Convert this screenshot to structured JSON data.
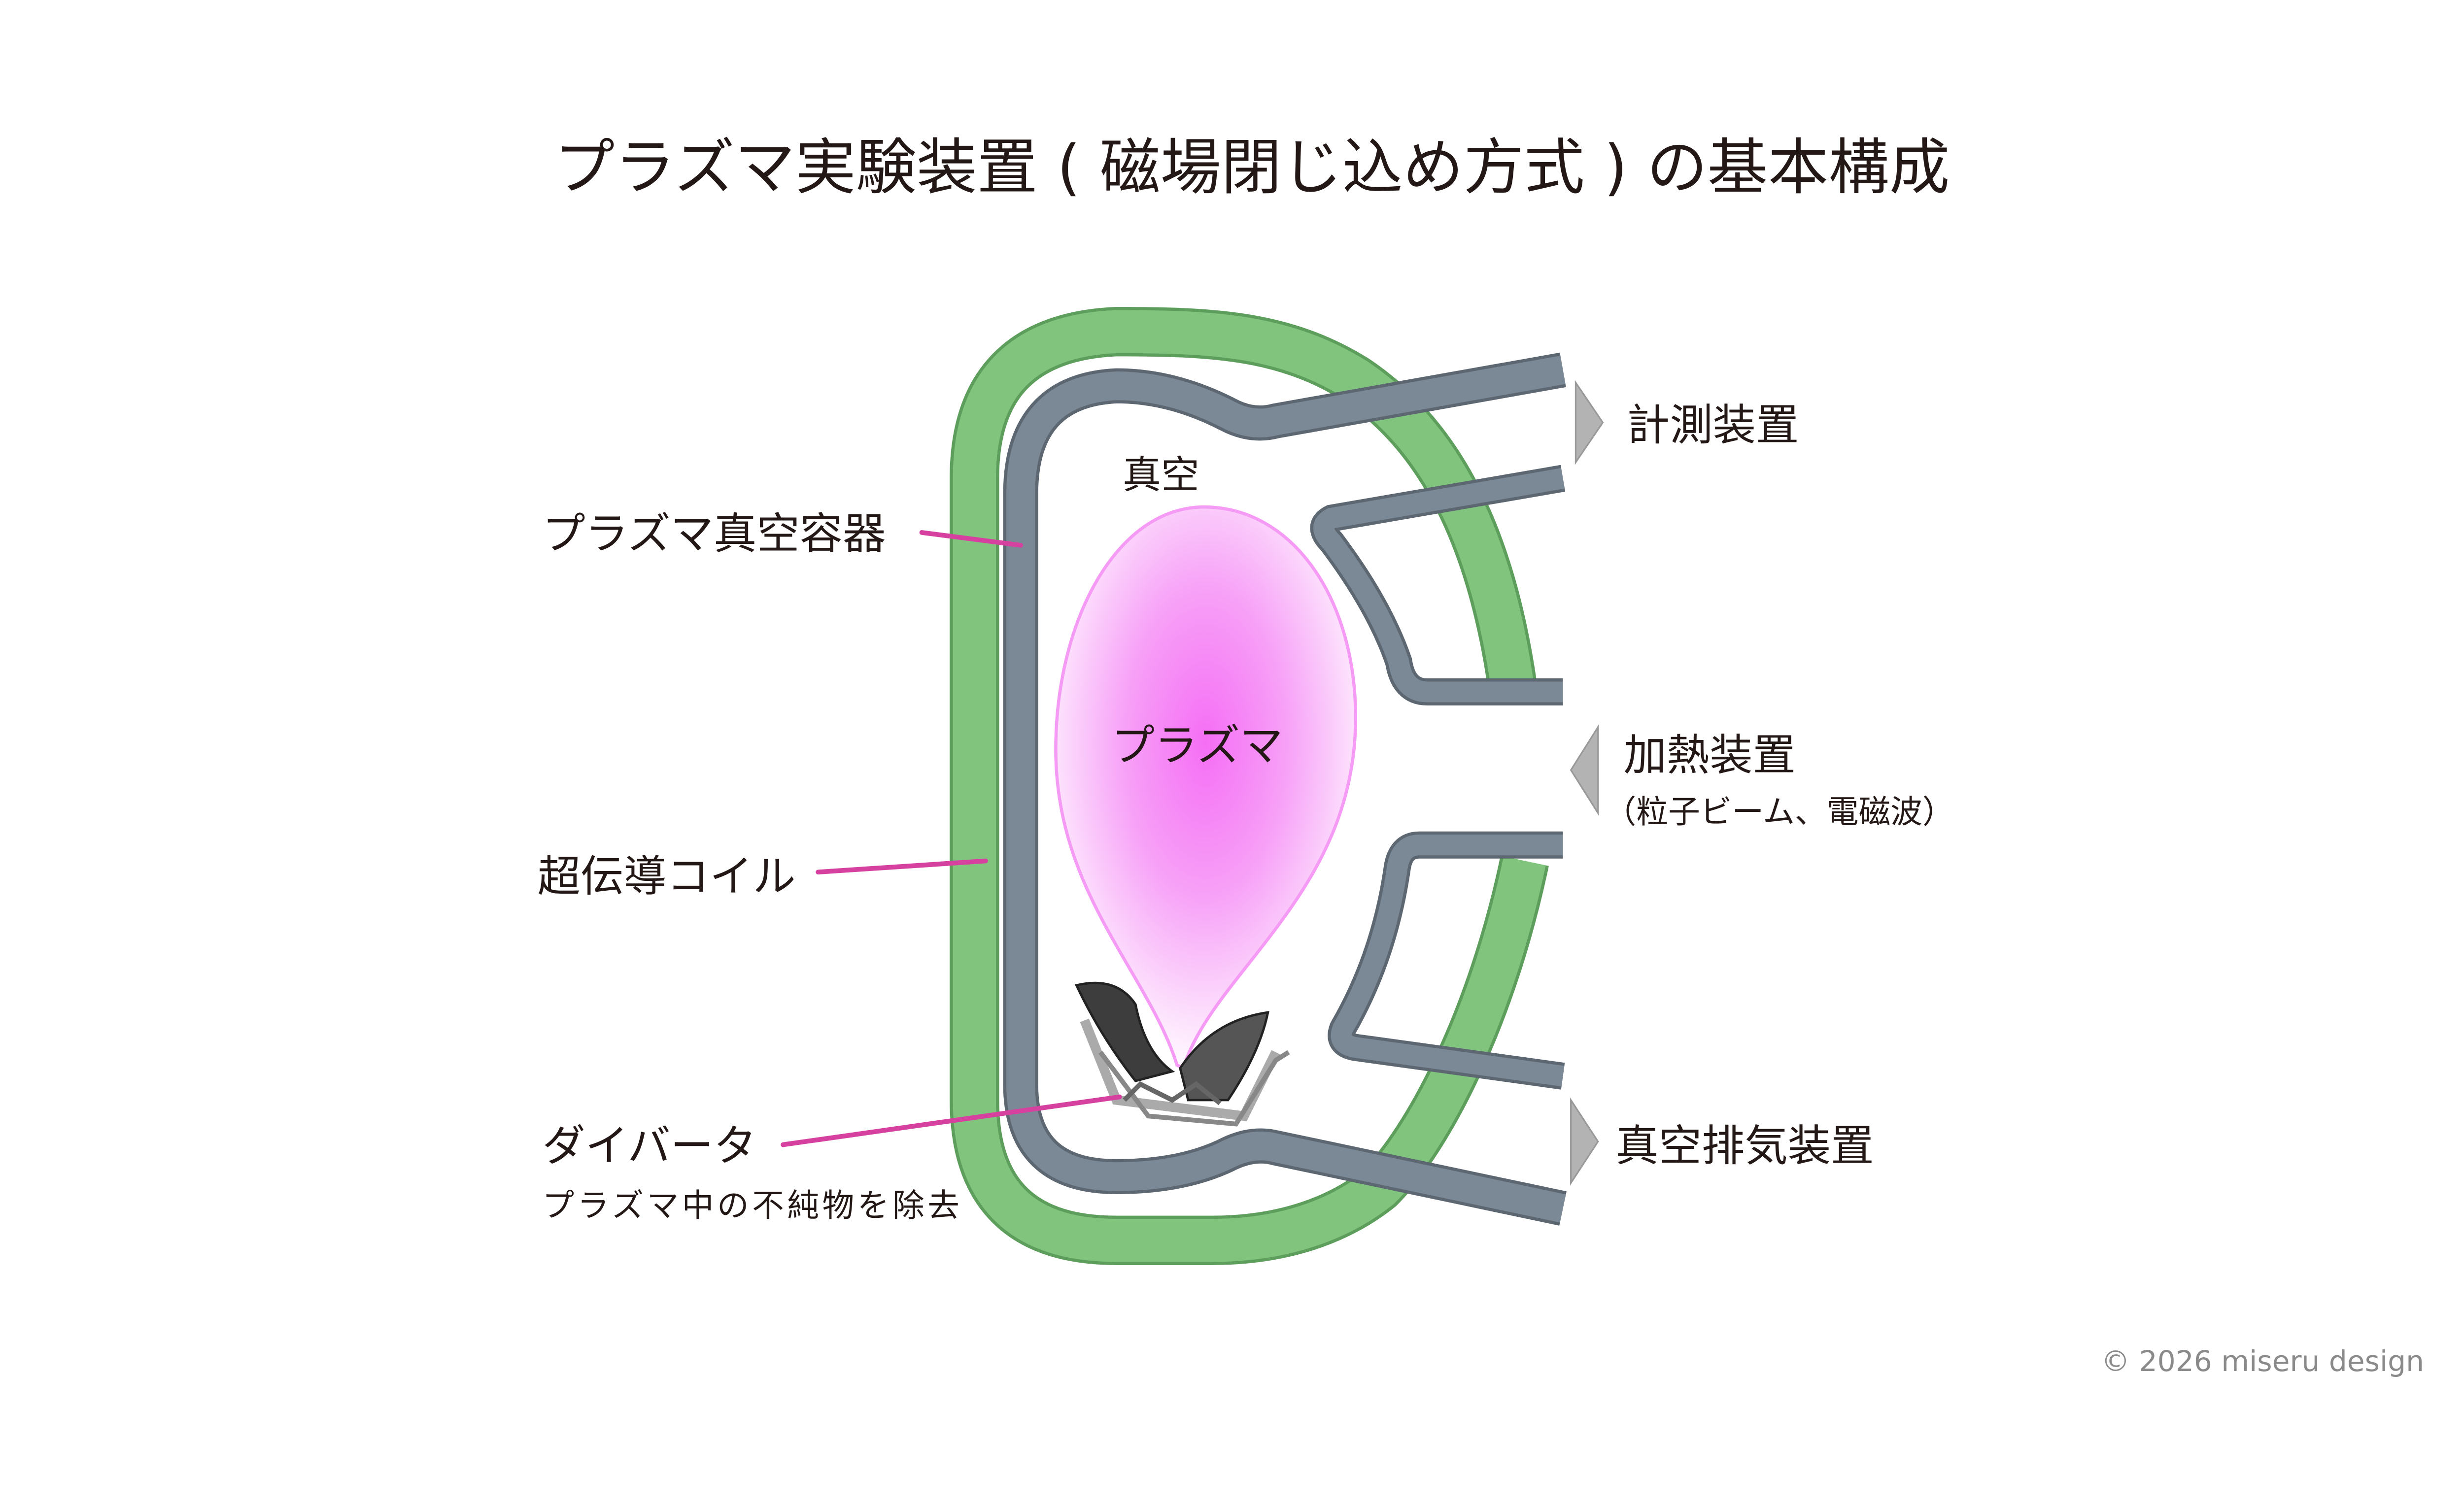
{
  "title": "プラズマ実験装置 ( 磁場閉じ込め方式 ) の基本構成",
  "labels": {
    "vacuum_vessel": "プラズマ真空容器",
    "coil": "超伝導コイル",
    "divertor": "ダイバータ",
    "divertor_desc": "プラズマ中の不純物を除去",
    "vacuum": "真空",
    "plasma": "プラズマ",
    "measurement": "計測装置",
    "heating": "加熱装置",
    "heating_desc": "（粒子ビーム、電磁波）",
    "exhaust": "真空排気装置"
  },
  "copyright": "© 2026 miseru design",
  "colors": {
    "coil": "#80c47e",
    "vessel": "#7b8997",
    "plasma": "#f777f7",
    "leader": "#d6409f",
    "arrow": "#b3b3b3"
  }
}
